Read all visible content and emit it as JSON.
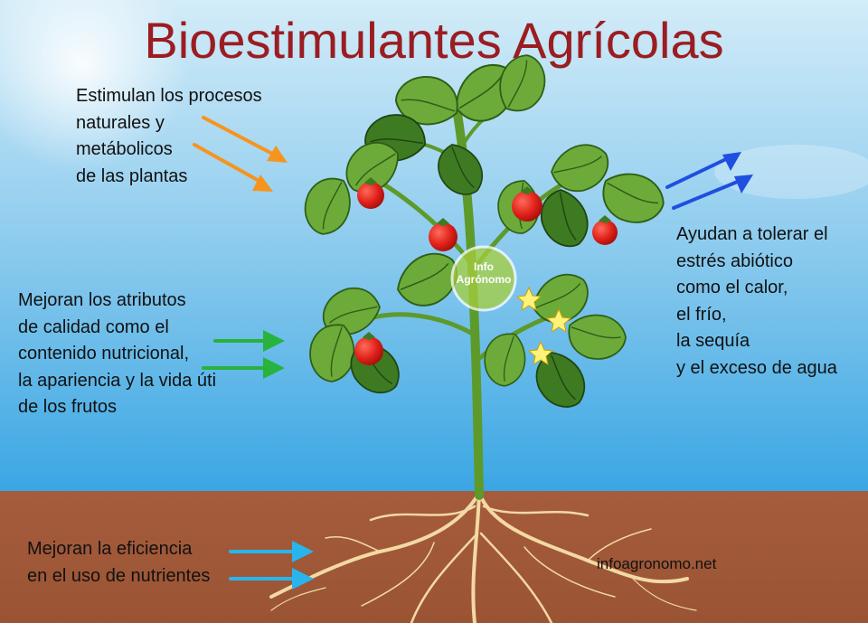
{
  "title": "Bioestimulantes Agrícolas",
  "benefits": {
    "top_left": [
      "Estimulan los procesos",
      "naturales y",
      "metábolicos",
      "de las plantas"
    ],
    "middle_left": [
      "Mejoran los atributos",
      "de calidad como el",
      "contenido nutricional,",
      "la apariencia y la vida úti",
      "de los frutos"
    ],
    "right": [
      "Ayudan a tolerar el",
      "estrés abiótico",
      "como el calor,",
      "el frío,",
      "la sequía",
      "y el exceso de agua"
    ],
    "bottom_left": [
      "Mejoran la eficiencia",
      "en el uso de nutrientes"
    ]
  },
  "watermark": {
    "line1": "Info",
    "line2": "Agrónomo"
  },
  "website": "infoagronomo.net",
  "colors": {
    "title": "#9b1d22",
    "sky_top": "#cfe9f7",
    "sky_bottom": "#3aa9e6",
    "soil": "#a45a3b",
    "arrow_orange": "#f7941d",
    "arrow_green": "#27b33e",
    "arrow_blue": "#1f4fe0",
    "arrow_cyan": "#29b5ec"
  }
}
